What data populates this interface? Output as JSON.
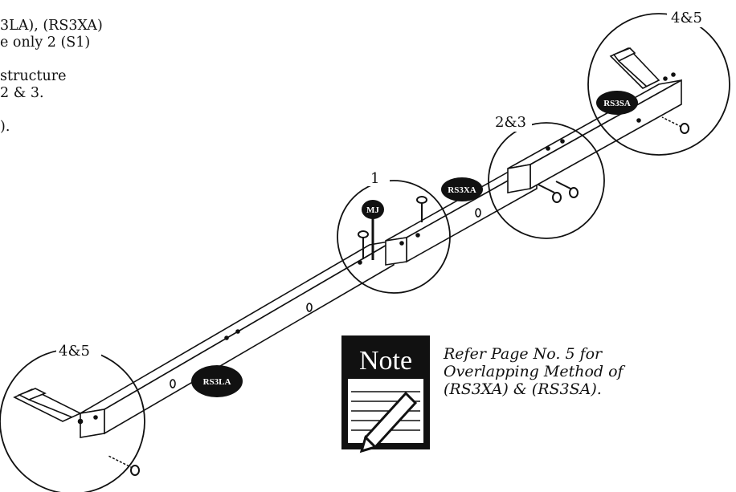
{
  "instructions": {
    "lines": [
      "3LA), (RS3XA)",
      "e only 2 (S1)",
      "",
      "structure",
      "2 & 3.",
      "",
      ").",
      ""
    ]
  },
  "callouts": {
    "step1": "1",
    "step23": "2&3",
    "step45_top": "4&5",
    "step45_bottom": "4&5"
  },
  "part_tags": {
    "mj": "MJ",
    "rs3xa": "RS3XA",
    "rs3sa": "RS3SA",
    "rs3la": "RS3LA"
  },
  "note": {
    "icon_label": "Note",
    "lines": [
      "Refer Page No. 5 for",
      "Overlapping Method of",
      "(RS3XA) & (RS3SA)."
    ]
  }
}
